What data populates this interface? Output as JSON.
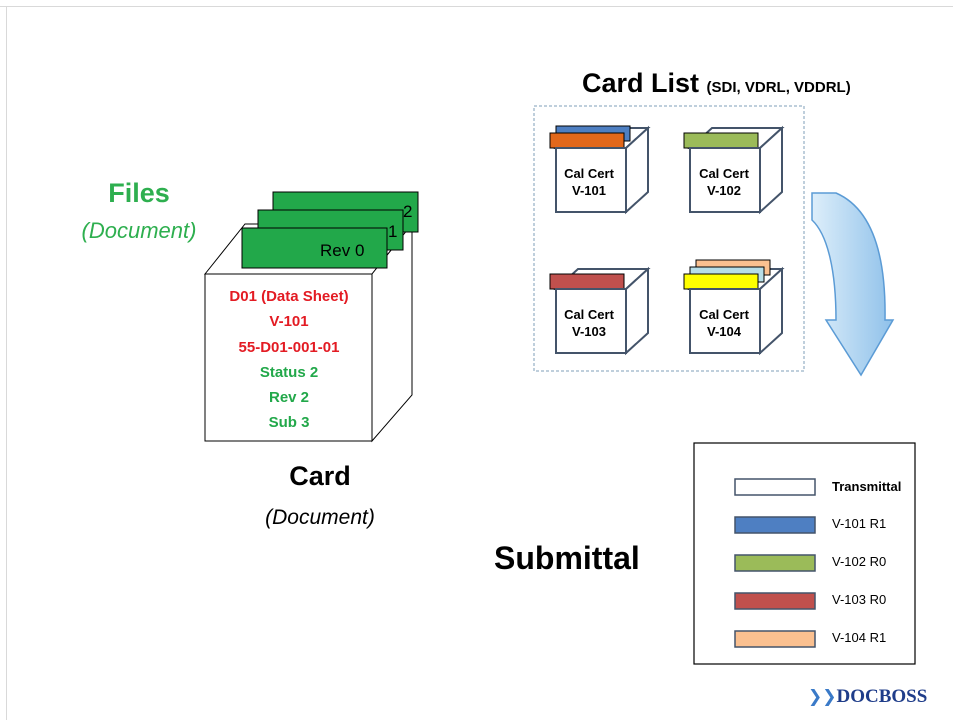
{
  "files": {
    "title": "Files",
    "subtitle": "(Document)"
  },
  "file_tabs": [
    "Rev 0",
    "1",
    "2"
  ],
  "card": {
    "title": "Card",
    "subtitle": "(Document)",
    "lines": [
      {
        "text": "D01 (Data Sheet)",
        "color": "#e31b23"
      },
      {
        "text": "V-101",
        "color": "#e31b23"
      },
      {
        "text": "55-D01-001-01",
        "color": "#e31b23"
      },
      {
        "text": "Status 2",
        "color": "#22a84a"
      },
      {
        "text": "Rev 2",
        "color": "#22a84a"
      },
      {
        "text": "Sub 3",
        "color": "#22a84a"
      }
    ]
  },
  "card_list": {
    "title": "Card List",
    "subtitle": "(SDI, VDRL, VDDRL)",
    "cards": [
      {
        "line1": "Cal Cert",
        "line2": "V-101",
        "tab_colors": [
          "#4e7fc2",
          "#e2681b"
        ]
      },
      {
        "line1": "Cal Cert",
        "line2": "V-102",
        "tab_colors": [
          "#9bbb59"
        ]
      },
      {
        "line1": "Cal Cert",
        "line2": "V-103",
        "tab_colors": [
          "#c0504d"
        ]
      },
      {
        "line1": "Cal Cert",
        "line2": "V-104",
        "tab_colors": [
          "#fac090",
          "#b7dee8",
          "#ffff00"
        ]
      }
    ]
  },
  "submittal": {
    "title": "Submittal",
    "legend": [
      {
        "label": "Transmittal",
        "color": "#ffffff",
        "bold": true
      },
      {
        "label": "V-101 R1",
        "color": "#4e7fc2",
        "bold": false
      },
      {
        "label": "V-102 R0",
        "color": "#9bbb59",
        "bold": false
      },
      {
        "label": "V-103 R0",
        "color": "#c0504d",
        "bold": false
      },
      {
        "label": "V-104 R1",
        "color": "#fac090",
        "bold": false
      }
    ]
  },
  "logo": {
    "mark": "❯❯",
    "text": "DOCBOSS"
  },
  "colors": {
    "file_green": "#22a84a",
    "box_stroke": "#44546a",
    "arrow_fill_light": "#ddeefa",
    "arrow_fill_dark": "#8fc1ea",
    "arrow_stroke": "#5b9bd5",
    "dashed_border": "#7f9fb8"
  }
}
